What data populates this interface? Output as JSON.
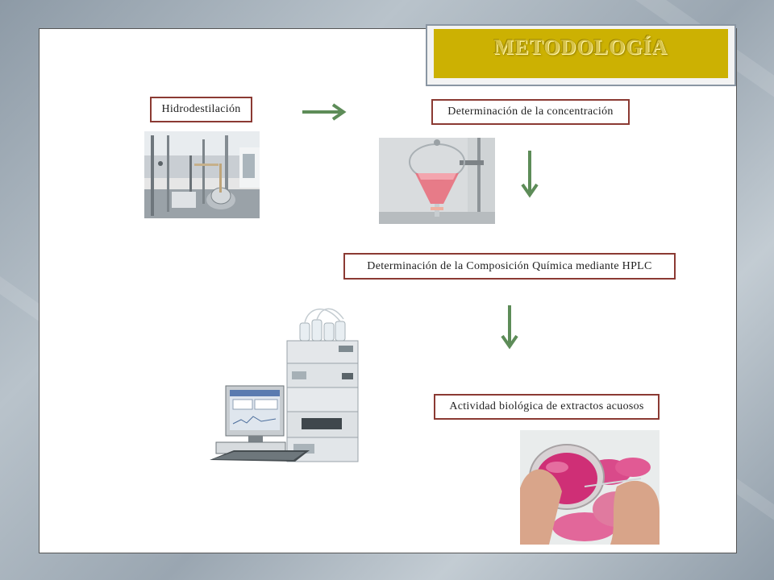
{
  "slide": {
    "title": "METODOLOGÍA"
  },
  "steps": [
    {
      "label": "Hidrodestilación"
    },
    {
      "label": "Determinación de la concentración"
    },
    {
      "label": "Determinación de la Composición Química mediante HPLC"
    },
    {
      "label": "Actividad biológica de extractos acuosos"
    }
  ],
  "colors": {
    "title_band": "#ccb102",
    "label_border": "#8b3a33",
    "arrow": "#5d8c58"
  },
  "images": [
    {
      "name": "hydrodistillation-lab-photo"
    },
    {
      "name": "separatory-funnel-photo"
    },
    {
      "name": "hplc-system-image"
    },
    {
      "name": "petri-dish-photo"
    }
  ]
}
